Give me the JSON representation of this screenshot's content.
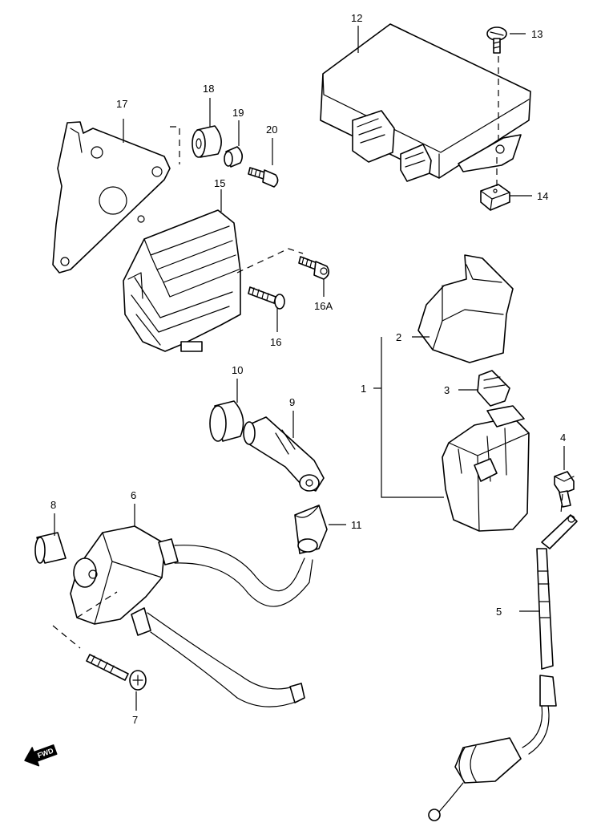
{
  "callouts": {
    "c1": "1",
    "c2": "2",
    "c3": "3",
    "c4": "4",
    "c5": "5",
    "c6": "6",
    "c7": "7",
    "c8": "8",
    "c9": "9",
    "c10": "10",
    "c11": "11",
    "c12": "12",
    "c13": "13",
    "c14": "14",
    "c15": "15",
    "c16": "16",
    "c16a": "16A",
    "c17": "17",
    "c18": "18",
    "c19": "19",
    "c20": "20"
  },
  "fwd_label": "FWD",
  "colors": {
    "line": "#000000",
    "background": "#ffffff"
  }
}
